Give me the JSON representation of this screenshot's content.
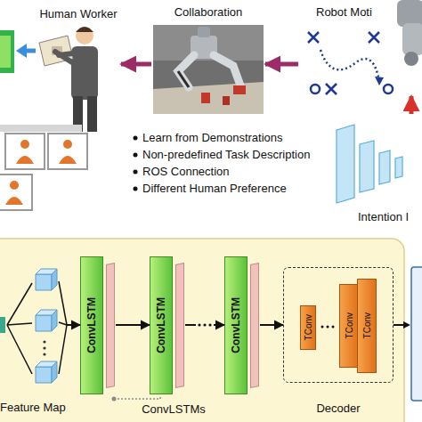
{
  "diagram": {
    "nodes": [
      {
        "text": [
          "Human Worker"
        ]
      },
      {
        "text": [
          "Collaboration"
        ]
      },
      {
        "text": [
          "Robot Moti"
        ]
      },
      {
        "text": [
          "Intention I"
        ]
      },
      {
        "text": [
          "Feature Map"
        ]
      },
      {
        "text": [
          "ConvLSTM"
        ]
      },
      {
        "text": [
          "ConvLSTM"
        ]
      },
      {
        "text": [
          "ConvLSTM"
        ]
      },
      {
        "text": [
          "Decoder"
        ]
      },
      {
        "text": [
          "TConv"
        ],
        "in": 8
      },
      {
        "text": [
          "TConv"
        ],
        "in": 8
      },
      {
        "text": [
          "TConv"
        ],
        "in": 8
      }
    ],
    "edges": [
      {
        "from": 1,
        "to": 0,
        "arrow": "to"
      },
      {
        "from": 2,
        "to": 1,
        "arrow": "to"
      },
      {
        "from": 3,
        "to": 2,
        "arrow": "to"
      },
      {
        "from": 4,
        "to": 5,
        "arrow": "to"
      },
      {
        "from": 5,
        "to": 6,
        "arrow": "to"
      },
      {
        "from": 6,
        "to": 7,
        "arrow": "to"
      },
      {
        "from": 7,
        "to": 8,
        "arrow": "to"
      }
    ],
    "labels": [
      "Learn from Demonstrations",
      "Non-predefined Task Description",
      "ROS Connection",
      "Different Human Preference",
      "ConvLSTMs"
    ]
  }
}
